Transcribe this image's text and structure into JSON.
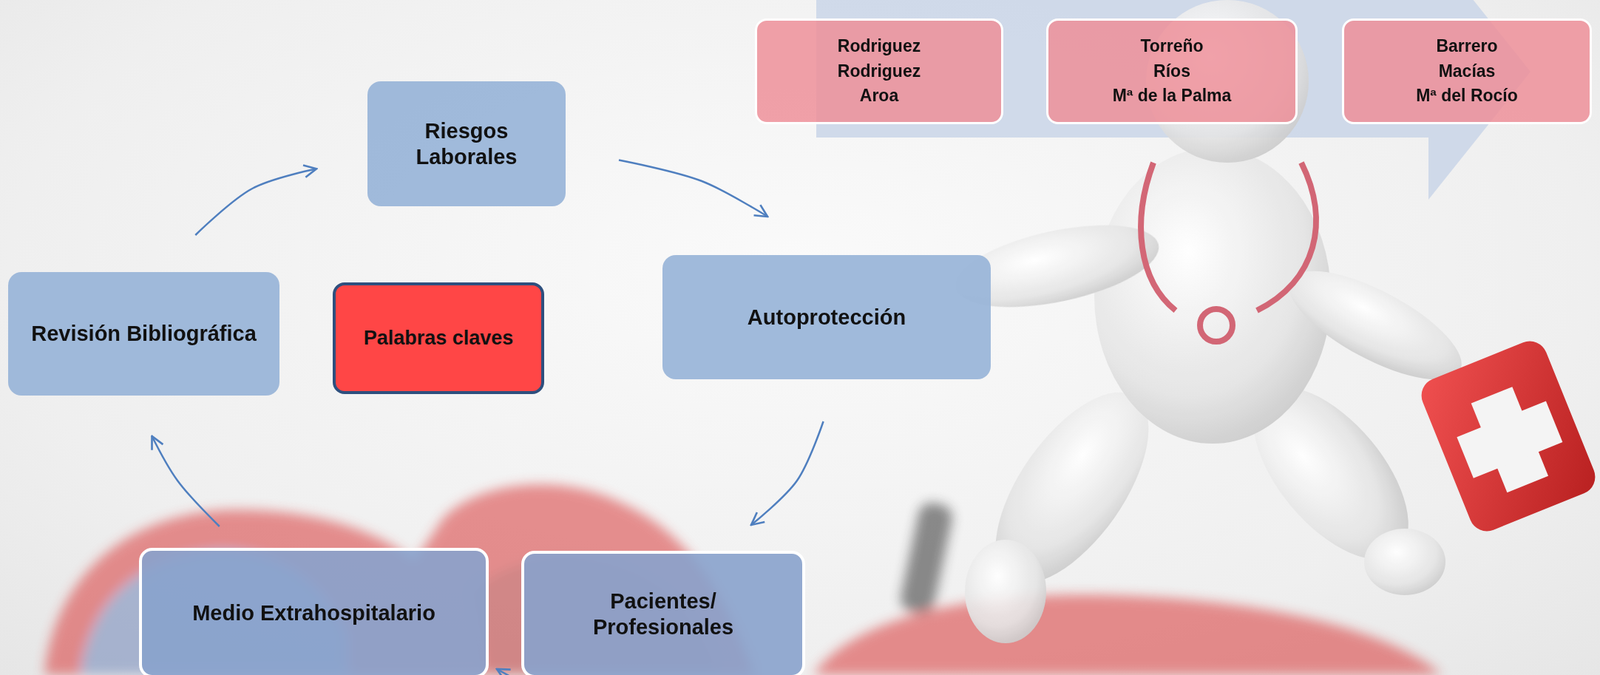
{
  "diagram": {
    "nodes": [
      {
        "text": [
          "Rodriguez",
          "Rodriguez",
          "Aroa"
        ]
      },
      {
        "text": [
          "Torreño",
          "Ríos",
          "Mª de la Palma"
        ]
      },
      {
        "text": [
          "Barrero",
          "Macías",
          "Mª del Rocío"
        ]
      },
      {
        "text": [
          "Riesgos Laborales"
        ]
      },
      {
        "text": [
          "Revisión Bibliográfica"
        ]
      },
      {
        "text": [
          "Palabras claves"
        ]
      },
      {
        "text": [
          "Autoprotección"
        ]
      },
      {
        "text": [
          "Medio Extrahospitalario"
        ]
      },
      {
        "text": [
          "Pacientes/ Profesionales"
        ]
      }
    ],
    "edges": [
      {
        "from": 4,
        "to": 3,
        "arrow": "to"
      },
      {
        "from": 3,
        "to": 6,
        "arrow": "to"
      },
      {
        "from": 6,
        "to": 8,
        "arrow": "to"
      },
      {
        "from": 8,
        "to": 7,
        "arrow": "to"
      },
      {
        "from": 7,
        "to": 4,
        "arrow": "to"
      }
    ]
  }
}
